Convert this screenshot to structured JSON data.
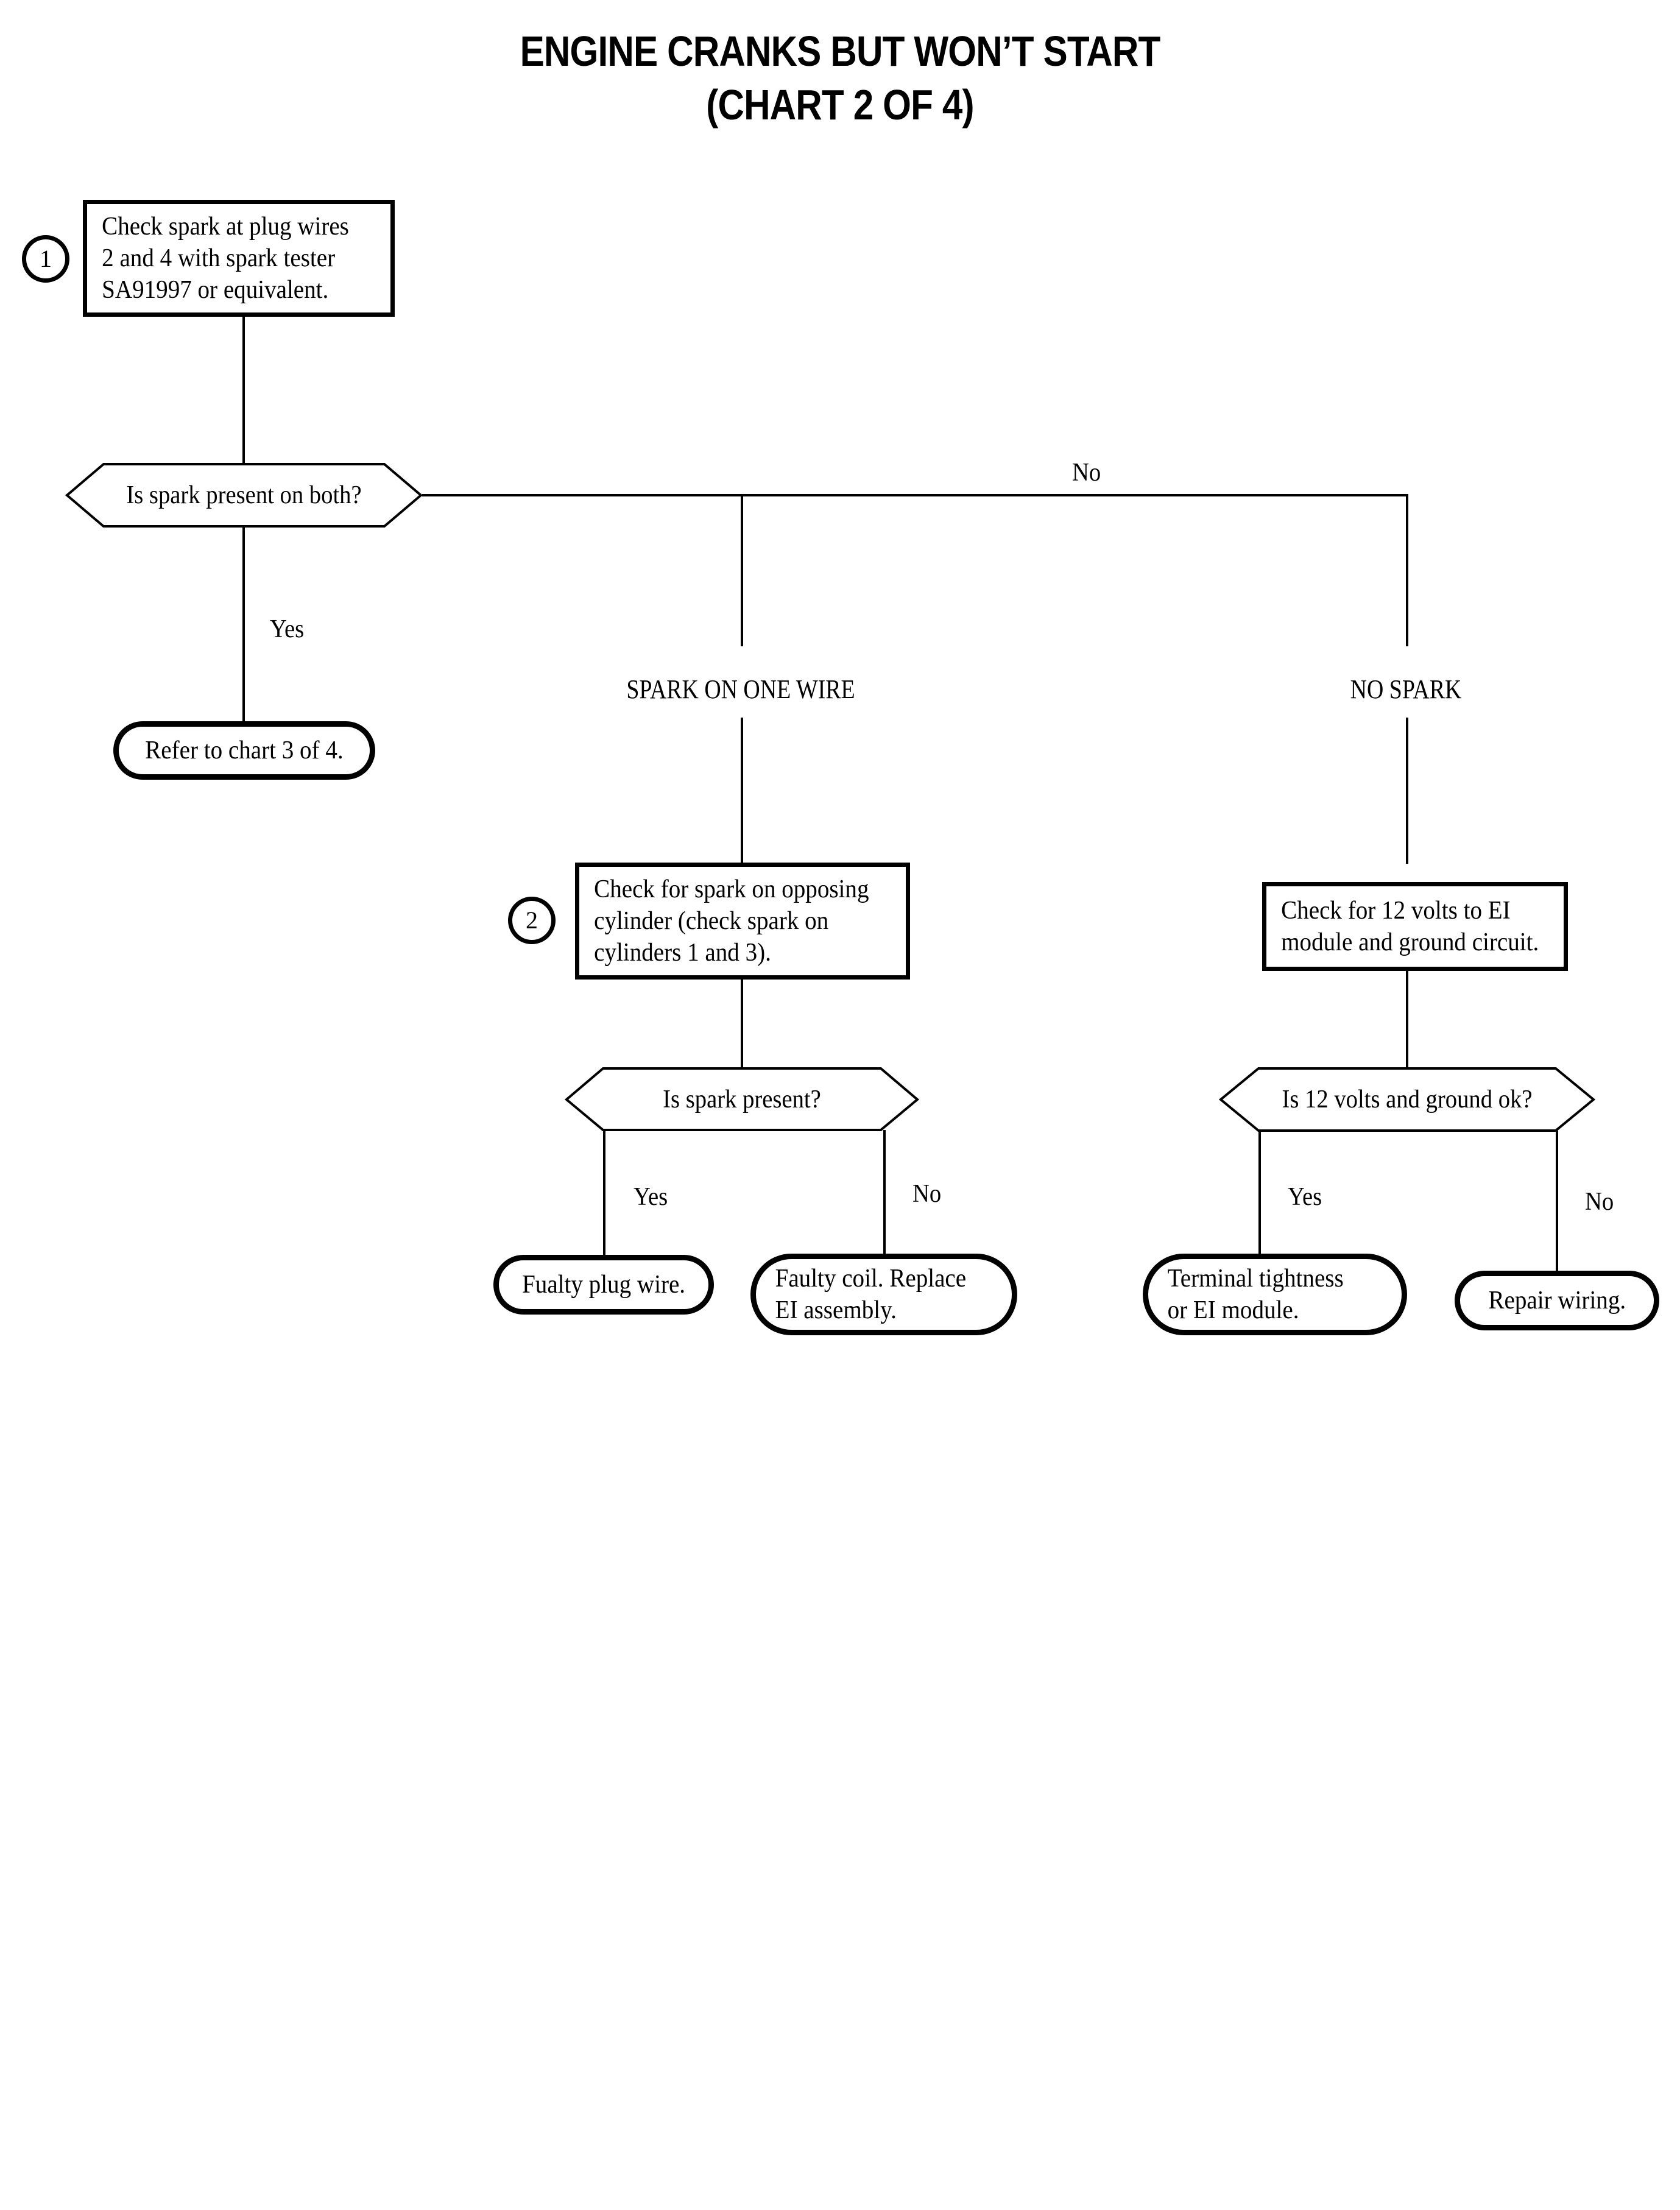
{
  "title": {
    "line1": "ENGINE CRANKS BUT WON’T START",
    "line2": "(CHART 2 OF 4)"
  },
  "nodes": {
    "step1_circle": "1",
    "step1_box": "Check spark at plug wires\n2 and 4 with spark tester\nSA91997 or equivalent.",
    "decision1": "Is spark present on both?",
    "terminator_refer": "Refer to chart 3 of 4.",
    "caption_spark_one_wire": "SPARK ON ONE WIRE",
    "caption_no_spark": "NO SPARK",
    "step2_circle": "2",
    "step2_box": "Check for spark on opposing\ncylinder (check spark on\ncylinders 1 and 3).",
    "decision2": "Is spark present?",
    "terminator_faulty_plug": "Fualty plug wire.",
    "terminator_faulty_coil": "Faulty coil. Replace\nEI assembly.",
    "box_12volts": "Check for 12 volts to EI\nmodule and ground circuit.",
    "decision3": "Is 12 volts and ground ok?",
    "terminator_terminal": "Terminal tightness\nor EI module.",
    "terminator_repair": "Repair wiring."
  },
  "edge_labels": {
    "d1_no": "No",
    "d1_yes": "Yes",
    "d2_yes": "Yes",
    "d2_no": "No",
    "d3_yes": "Yes",
    "d3_no": "No"
  },
  "chart_data": {
    "type": "flowchart",
    "title": "ENGINE CRANKS BUT WON’T START (CHART 2 OF 4)",
    "nodes": [
      {
        "id": "step1",
        "kind": "process",
        "step": "1",
        "text": "Check spark at plug wires 2 and 4 with spark tester SA91997 or equivalent."
      },
      {
        "id": "d1",
        "kind": "decision",
        "text": "Is spark present on both?"
      },
      {
        "id": "refer3",
        "kind": "terminator",
        "text": "Refer to chart 3 of 4."
      },
      {
        "id": "cap_one_wire",
        "kind": "caption",
        "text": "SPARK ON ONE WIRE"
      },
      {
        "id": "cap_no_spark",
        "kind": "caption",
        "text": "NO SPARK"
      },
      {
        "id": "step2",
        "kind": "process",
        "step": "2",
        "text": "Check for spark on opposing cylinder (check spark on cylinders 1 and 3)."
      },
      {
        "id": "d2",
        "kind": "decision",
        "text": "Is spark present?"
      },
      {
        "id": "faulty_plug",
        "kind": "terminator",
        "text": "Fualty plug wire."
      },
      {
        "id": "faulty_coil",
        "kind": "terminator",
        "text": "Faulty coil. Replace EI assembly."
      },
      {
        "id": "check12v",
        "kind": "process",
        "text": "Check for 12 volts to EI module and ground circuit."
      },
      {
        "id": "d3",
        "kind": "decision",
        "text": "Is 12 volts and ground ok?"
      },
      {
        "id": "terminal",
        "kind": "terminator",
        "text": "Terminal tightness or EI module."
      },
      {
        "id": "repair",
        "kind": "terminator",
        "text": "Repair wiring."
      }
    ],
    "edges": [
      {
        "from": "step1",
        "to": "d1",
        "label": ""
      },
      {
        "from": "d1",
        "to": "refer3",
        "label": "Yes"
      },
      {
        "from": "d1",
        "to": "cap_one_wire",
        "label": "No"
      },
      {
        "from": "d1",
        "to": "cap_no_spark",
        "label": "No"
      },
      {
        "from": "cap_one_wire",
        "to": "step2",
        "label": ""
      },
      {
        "from": "step2",
        "to": "d2",
        "label": ""
      },
      {
        "from": "d2",
        "to": "faulty_plug",
        "label": "Yes"
      },
      {
        "from": "d2",
        "to": "faulty_coil",
        "label": "No"
      },
      {
        "from": "cap_no_spark",
        "to": "check12v",
        "label": ""
      },
      {
        "from": "check12v",
        "to": "d3",
        "label": ""
      },
      {
        "from": "d3",
        "to": "terminal",
        "label": "Yes"
      },
      {
        "from": "d3",
        "to": "repair",
        "label": "No"
      }
    ]
  }
}
